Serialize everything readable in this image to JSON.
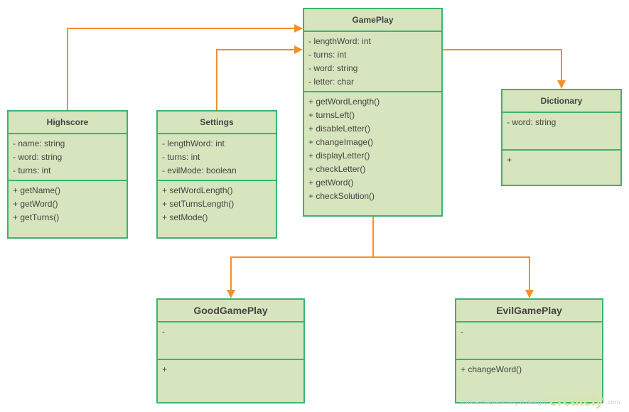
{
  "diagram": {
    "classes": {
      "gameplay": {
        "name": "GamePlay",
        "attributes": [
          "- lengthWord: int",
          "- turns: int",
          "- word: string",
          "- letter: char"
        ],
        "operations": [
          "+ getWordLength()",
          "+ turnsLeft()",
          "+ disableLetter()",
          "+ changeImage()",
          "+ displayLetter()",
          "+ checkLetter()",
          "+ getWord()",
          "+ checkSolution()"
        ]
      },
      "highscore": {
        "name": "Highscore",
        "attributes": [
          "- name: string",
          "- word: string",
          "- turns: int"
        ],
        "operations": [
          "+ getName()",
          "+ getWord()",
          "+ getTurns()"
        ]
      },
      "settings": {
        "name": "Settings",
        "attributes": [
          "- lengthWord: int",
          "- turns: int",
          "- evilMode: boolean"
        ],
        "operations": [
          "+ setWordLength()",
          "+ setTurnsLength()",
          "+ setMode()"
        ]
      },
      "dictionary": {
        "name": "Dictionary",
        "attributes": [
          "- word: string"
        ],
        "operations": [
          "+"
        ]
      },
      "goodgameplay": {
        "name": "GoodGamePlay",
        "attributes": [
          "-"
        ],
        "operations": [
          "+"
        ]
      },
      "evilgameplay": {
        "name": "EvilGamePlay",
        "attributes": [
          "-"
        ],
        "operations": [
          "+ changeWord()"
        ]
      }
    },
    "colors": {
      "class_fill": "#d6e5bd",
      "class_border": "#3cb371",
      "connector": "#f0912f",
      "text": "#444444"
    }
  },
  "watermark": {
    "tagline": "[online diagramming & design]",
    "logo": "creately",
    "domain": ".com"
  }
}
